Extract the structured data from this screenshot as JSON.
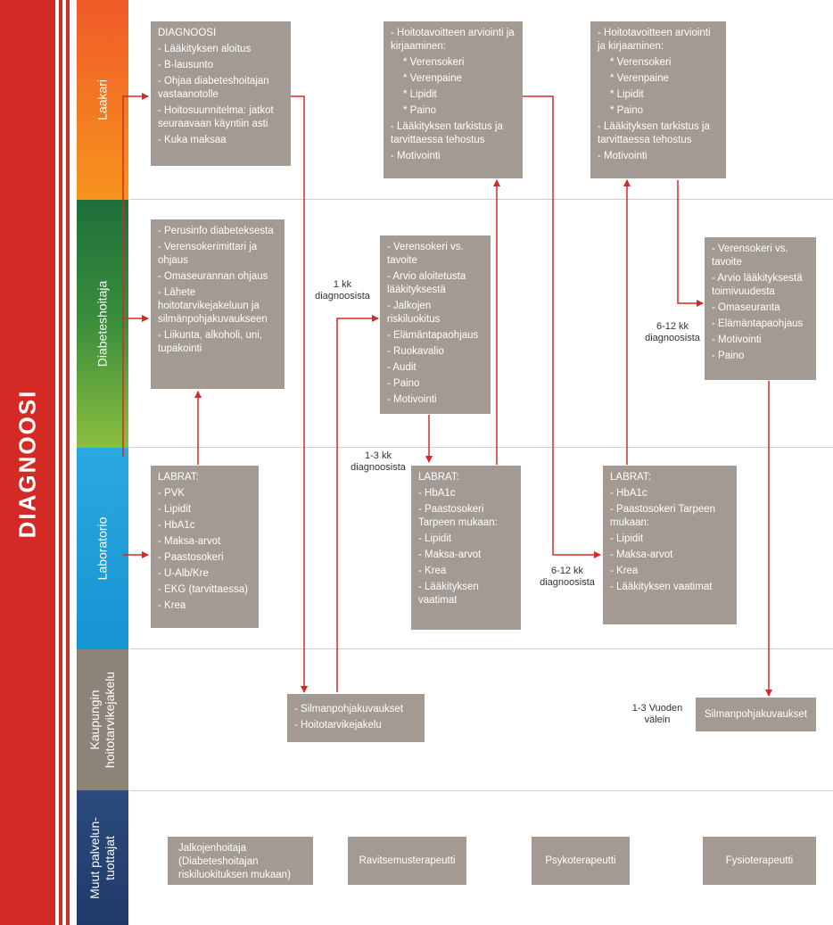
{
  "side_title": "DIAGNOOSI",
  "lanes": [
    {
      "label": "Laakari"
    },
    {
      "label": "Diabeteshoitaja"
    },
    {
      "label": "Laboratorio"
    },
    {
      "label": "Kaupungin hoitotarvikejakelu",
      "line1": "Kaupungin",
      "line2": "hoitotarvikejakelu"
    },
    {
      "label": "Muut palvelun- tuottajat",
      "line1": "Muut palvelun-",
      "line2": "tuottajat"
    }
  ],
  "boxes": {
    "laakari_diagnosis": {
      "header": "DIAGNOOSI",
      "items": [
        "- Lääkityksen aloitus",
        "- B-lausunto",
        "- Ohjaa diabeteshoitajan vastaanotolle",
        "- Hoitosuunnitelma: jatkot seuraavaan käyntiin asti",
        "- Kuka maksaa"
      ]
    },
    "laakari_eval1": {
      "items": [
        "- Hoitotavoitteen arviointi ja kirjaaminen:",
        "* Verensokeri",
        "* Verenpaine",
        "* Lipidit",
        "* Paino",
        "- Lääkityksen tarkistus ja tarvittaessa tehostus",
        "- Motivointi"
      ]
    },
    "laakari_eval2": {
      "items": [
        "- Hoitotavoitteen arviointi ja kirjaaminen:",
        "* Verensokeri",
        "* Verenpaine",
        "* Lipidit",
        "* Paino",
        "- Lääkityksen tarkistus ja tarvittaessa tehostus",
        "- Motivointi"
      ]
    },
    "hoitaja_intro": {
      "items": [
        "- Perusinfo diabeteksesta",
        "- Verensokerimittari ja ohjaus",
        "- Omaseurannan ohjaus",
        "- Lähete hoitotarvikejakeluun ja silmänpohjakuvaukseen",
        "- Liikunta, alkoholi, uni, tupakointi"
      ]
    },
    "hoitaja_followup1": {
      "items": [
        "- Verensokeri vs. tavoite",
        "- Arvio aloitetusta lääkityksestä",
        "- Jalkojen riskiluokitus",
        "- Elämäntapaohjaus",
        "- Ruokavalio",
        "- Audit",
        "- Paino",
        "- Motivointi"
      ]
    },
    "hoitaja_followup2": {
      "items": [
        "- Verensokeri vs. tavoite",
        "- Arvio lääkityksestä toimivuudesta",
        "- Omaseuranta",
        "- Elämäntapaohjaus",
        "- Motivointi",
        "- Paino"
      ]
    },
    "lab1": {
      "header": "LABRAT:",
      "items": [
        "- PVK",
        "- Lipidit",
        "- HbA1c",
        "- Maksa-arvot",
        "- Paastosokeri",
        "- U-Alb/Kre",
        "- EKG (tarvittaessa)",
        "- Krea"
      ]
    },
    "lab2": {
      "header": "LABRAT:",
      "items": [
        "- HbA1c",
        "- Paastosokeri Tarpeen mukaan:",
        "- Lipidit",
        "- Maksa-arvot",
        "- Krea",
        "- Lääkityksen vaatimat"
      ]
    },
    "lab3": {
      "header": "LABRAT:",
      "items": [
        "- HbA1c",
        "- Paastosokeri Tarpeen mukaan:",
        "- Lipidit",
        "- Maksa-arvot",
        "- Krea",
        "- Lääkityksen vaatimat"
      ]
    },
    "jakelu1": {
      "items": [
        "- Silmanpohjakuvaukset",
        "- Hoitotarvikejakelu"
      ]
    },
    "jakelu2": {
      "text": "Silmanpohjakuvaukset"
    },
    "muut": [
      "Jalkojenhoitaja (Diabeteshoitajan riskiluokituksen mukaan)",
      "Ravitsemusterapeutti",
      "Psykoterapeutti",
      "Fysioterapeutti"
    ]
  },
  "notes": {
    "n1": "1 kk diagnoosista",
    "n2": "1-3 kk diagnoosista",
    "n3": "6-12 kk diagnoosista",
    "n4": "6-12 kk diagnoosista",
    "n5": "1-3 Vuoden välein"
  },
  "colors": {
    "side_red": "#d42a25",
    "box_gray": "#a39b93",
    "arrow_red": "#d42a25",
    "lane_orange": "#ef6a25",
    "lane_green": "#2f7b3b",
    "lane_blue": "#1fa3de",
    "lane_taupe": "#8d8479",
    "lane_navy": "#2c4a7c"
  }
}
